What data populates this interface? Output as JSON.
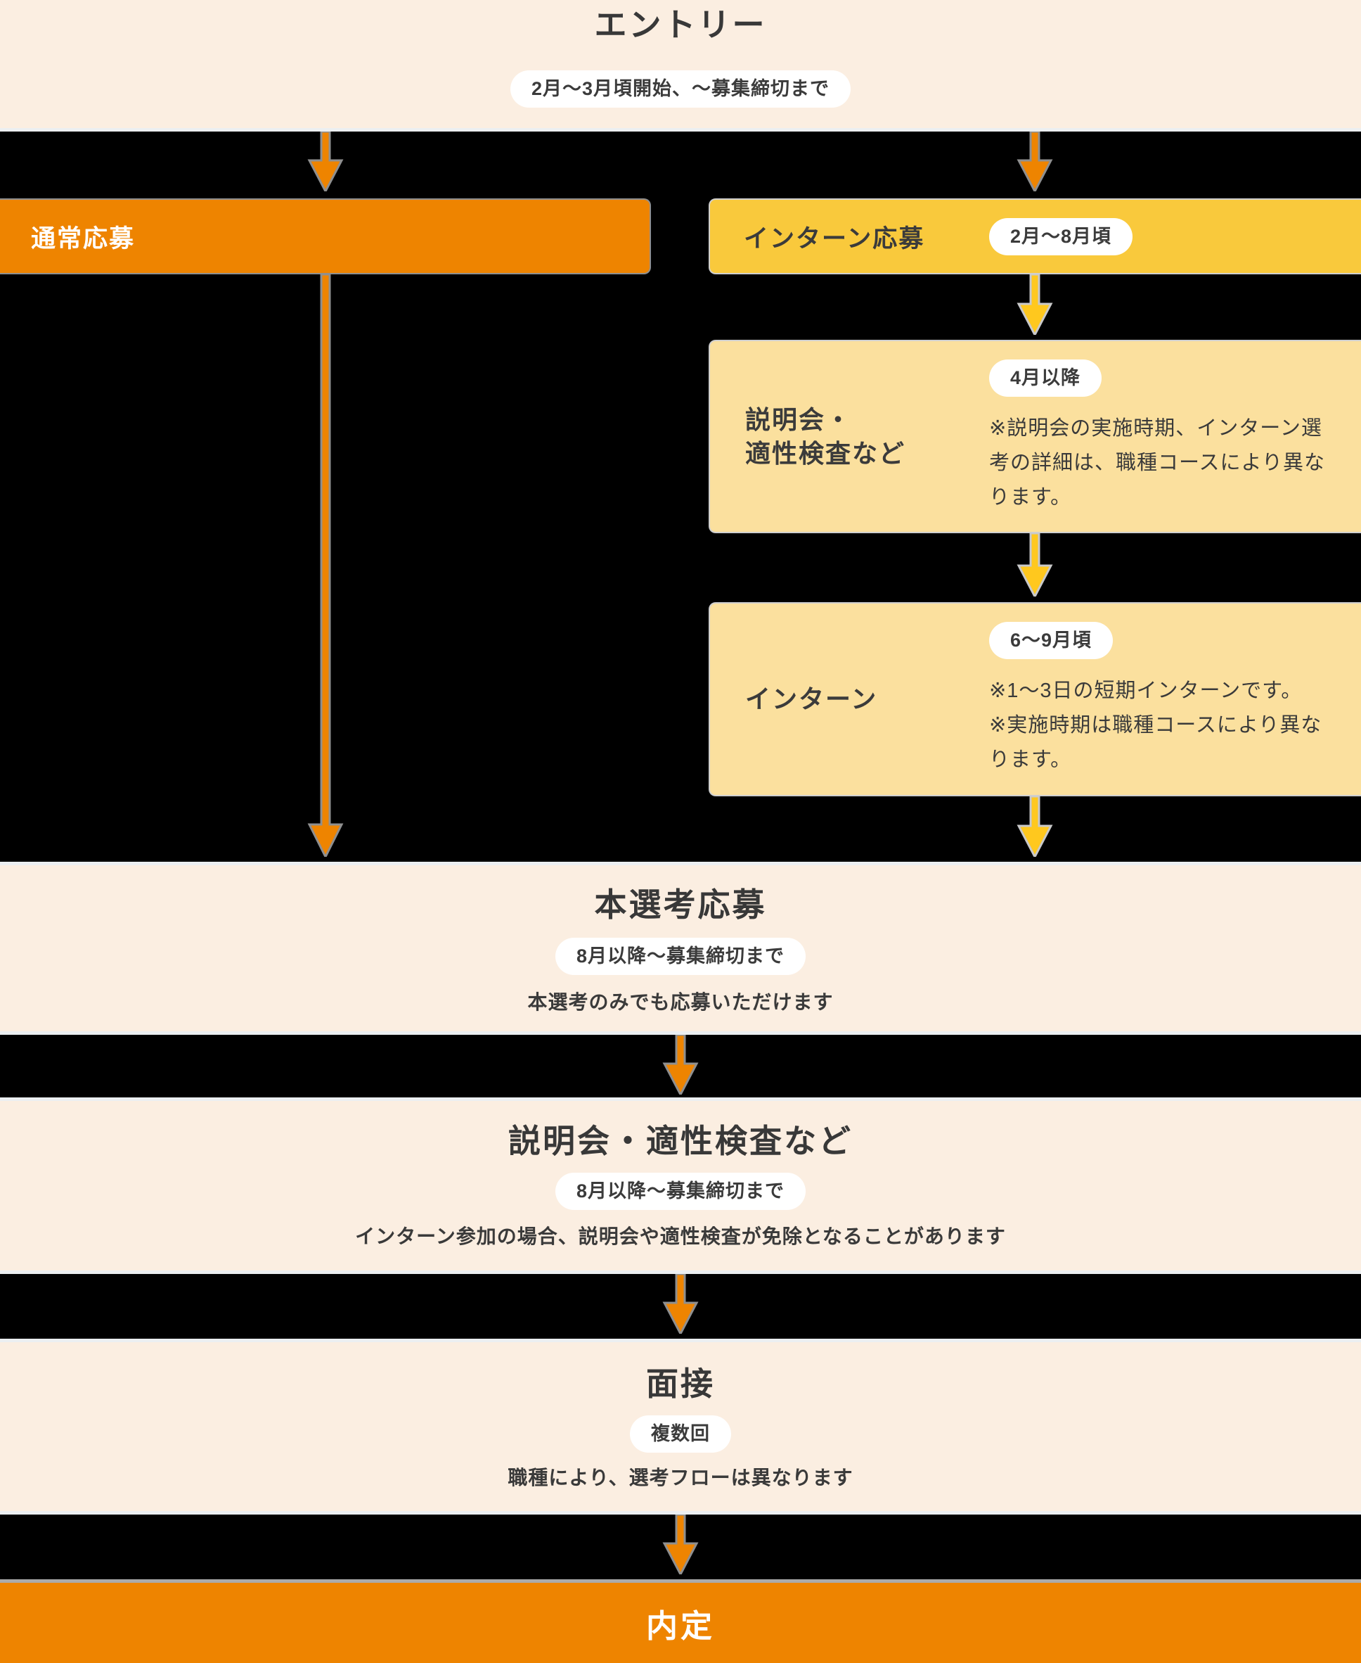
{
  "colors": {
    "background": "#000000",
    "cream": "#FBEEE1",
    "accent_orange": "#EE8400",
    "accent_yellow": "#F9C93C",
    "light_yellow_box": "#FBE09E",
    "arrow_yellow": "#FFC81E",
    "pill_background": "#FFFFFF",
    "text_dark": "#3A3A3A"
  },
  "entry": {
    "title": "エントリー",
    "badge": "2月〜3月頃開始、〜募集締切まで"
  },
  "normal_route": {
    "label": "通常応募"
  },
  "intern_route": {
    "label": "インターン応募",
    "badge": "2月〜8月頃"
  },
  "session_box": {
    "titles": [
      "説明会・",
      "適性検査など"
    ],
    "badge": "4月以降",
    "notes": [
      "※説明会の実施時期、インターン選",
      "考の詳細は、職種コースにより異な",
      "ります。"
    ]
  },
  "intern_box": {
    "title": "インターン",
    "badge": "6〜9月頃",
    "notes": [
      "※1〜3日の短期インターンです。",
      "※実施時期は職種コースにより異な",
      "ります。"
    ]
  },
  "main_selection": {
    "title": "本選考応募",
    "badge": "8月以降〜募集締切まで",
    "note": "本選考のみでも応募いただけます"
  },
  "screening": {
    "title": "説明会・適性検査など",
    "badge": "8月以降〜募集締切まで",
    "note": "インターン参加の場合、説明会や適性検査が免除となることがあります"
  },
  "interview": {
    "title": "面接",
    "badge": "複数回",
    "note": "職種により、選考フローは異なります"
  },
  "offer": {
    "title": "内定"
  }
}
